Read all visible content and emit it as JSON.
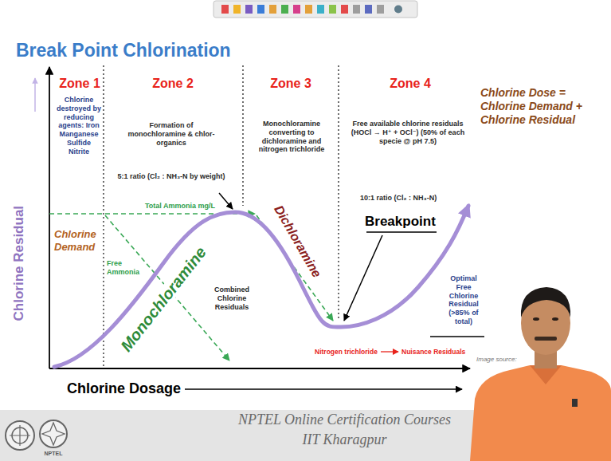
{
  "diagram": {
    "title": "Break Point Chlorination",
    "labels": [
      "Zone 1",
      "Zone 2",
      "Zone 3",
      "Zone 4",
      "Chlorine destroyed by reducing agents: Iron Manganese Sulfide Nitrite",
      "Formation of monochloramine & chlor-organics",
      "Monochloramine converting to dichloramine and nitrogen trichloride",
      "Free available chlorine residuals (HOCl → H⁺ + OCl⁻) (50% of each specie @ pH 7.5)",
      "Chlorine Dose = Chlorine Demand + Chlorine Residual",
      "5:1 ratio (Cl₂ : NH₃-N by weight)",
      "Total Ammonia mg/L",
      "10:1 ratio (Cl₂ : NH₃-N)",
      "Breakpoint",
      "Chlorine Demand",
      "Free Ammonia",
      "Monochloramine",
      "Dichloramine",
      "Combined Chlorine Residuals",
      "Optimal Free Chlorine Residual (>85% of total)",
      "Nitrogen trichloride",
      "Nuisance Residuals",
      "Chlorine Residual",
      "Chlorine Dosage",
      "Image source:",
      "NPTEL Online Certification Courses",
      "IIT Kharagpur",
      "NPTEL"
    ]
  }
}
